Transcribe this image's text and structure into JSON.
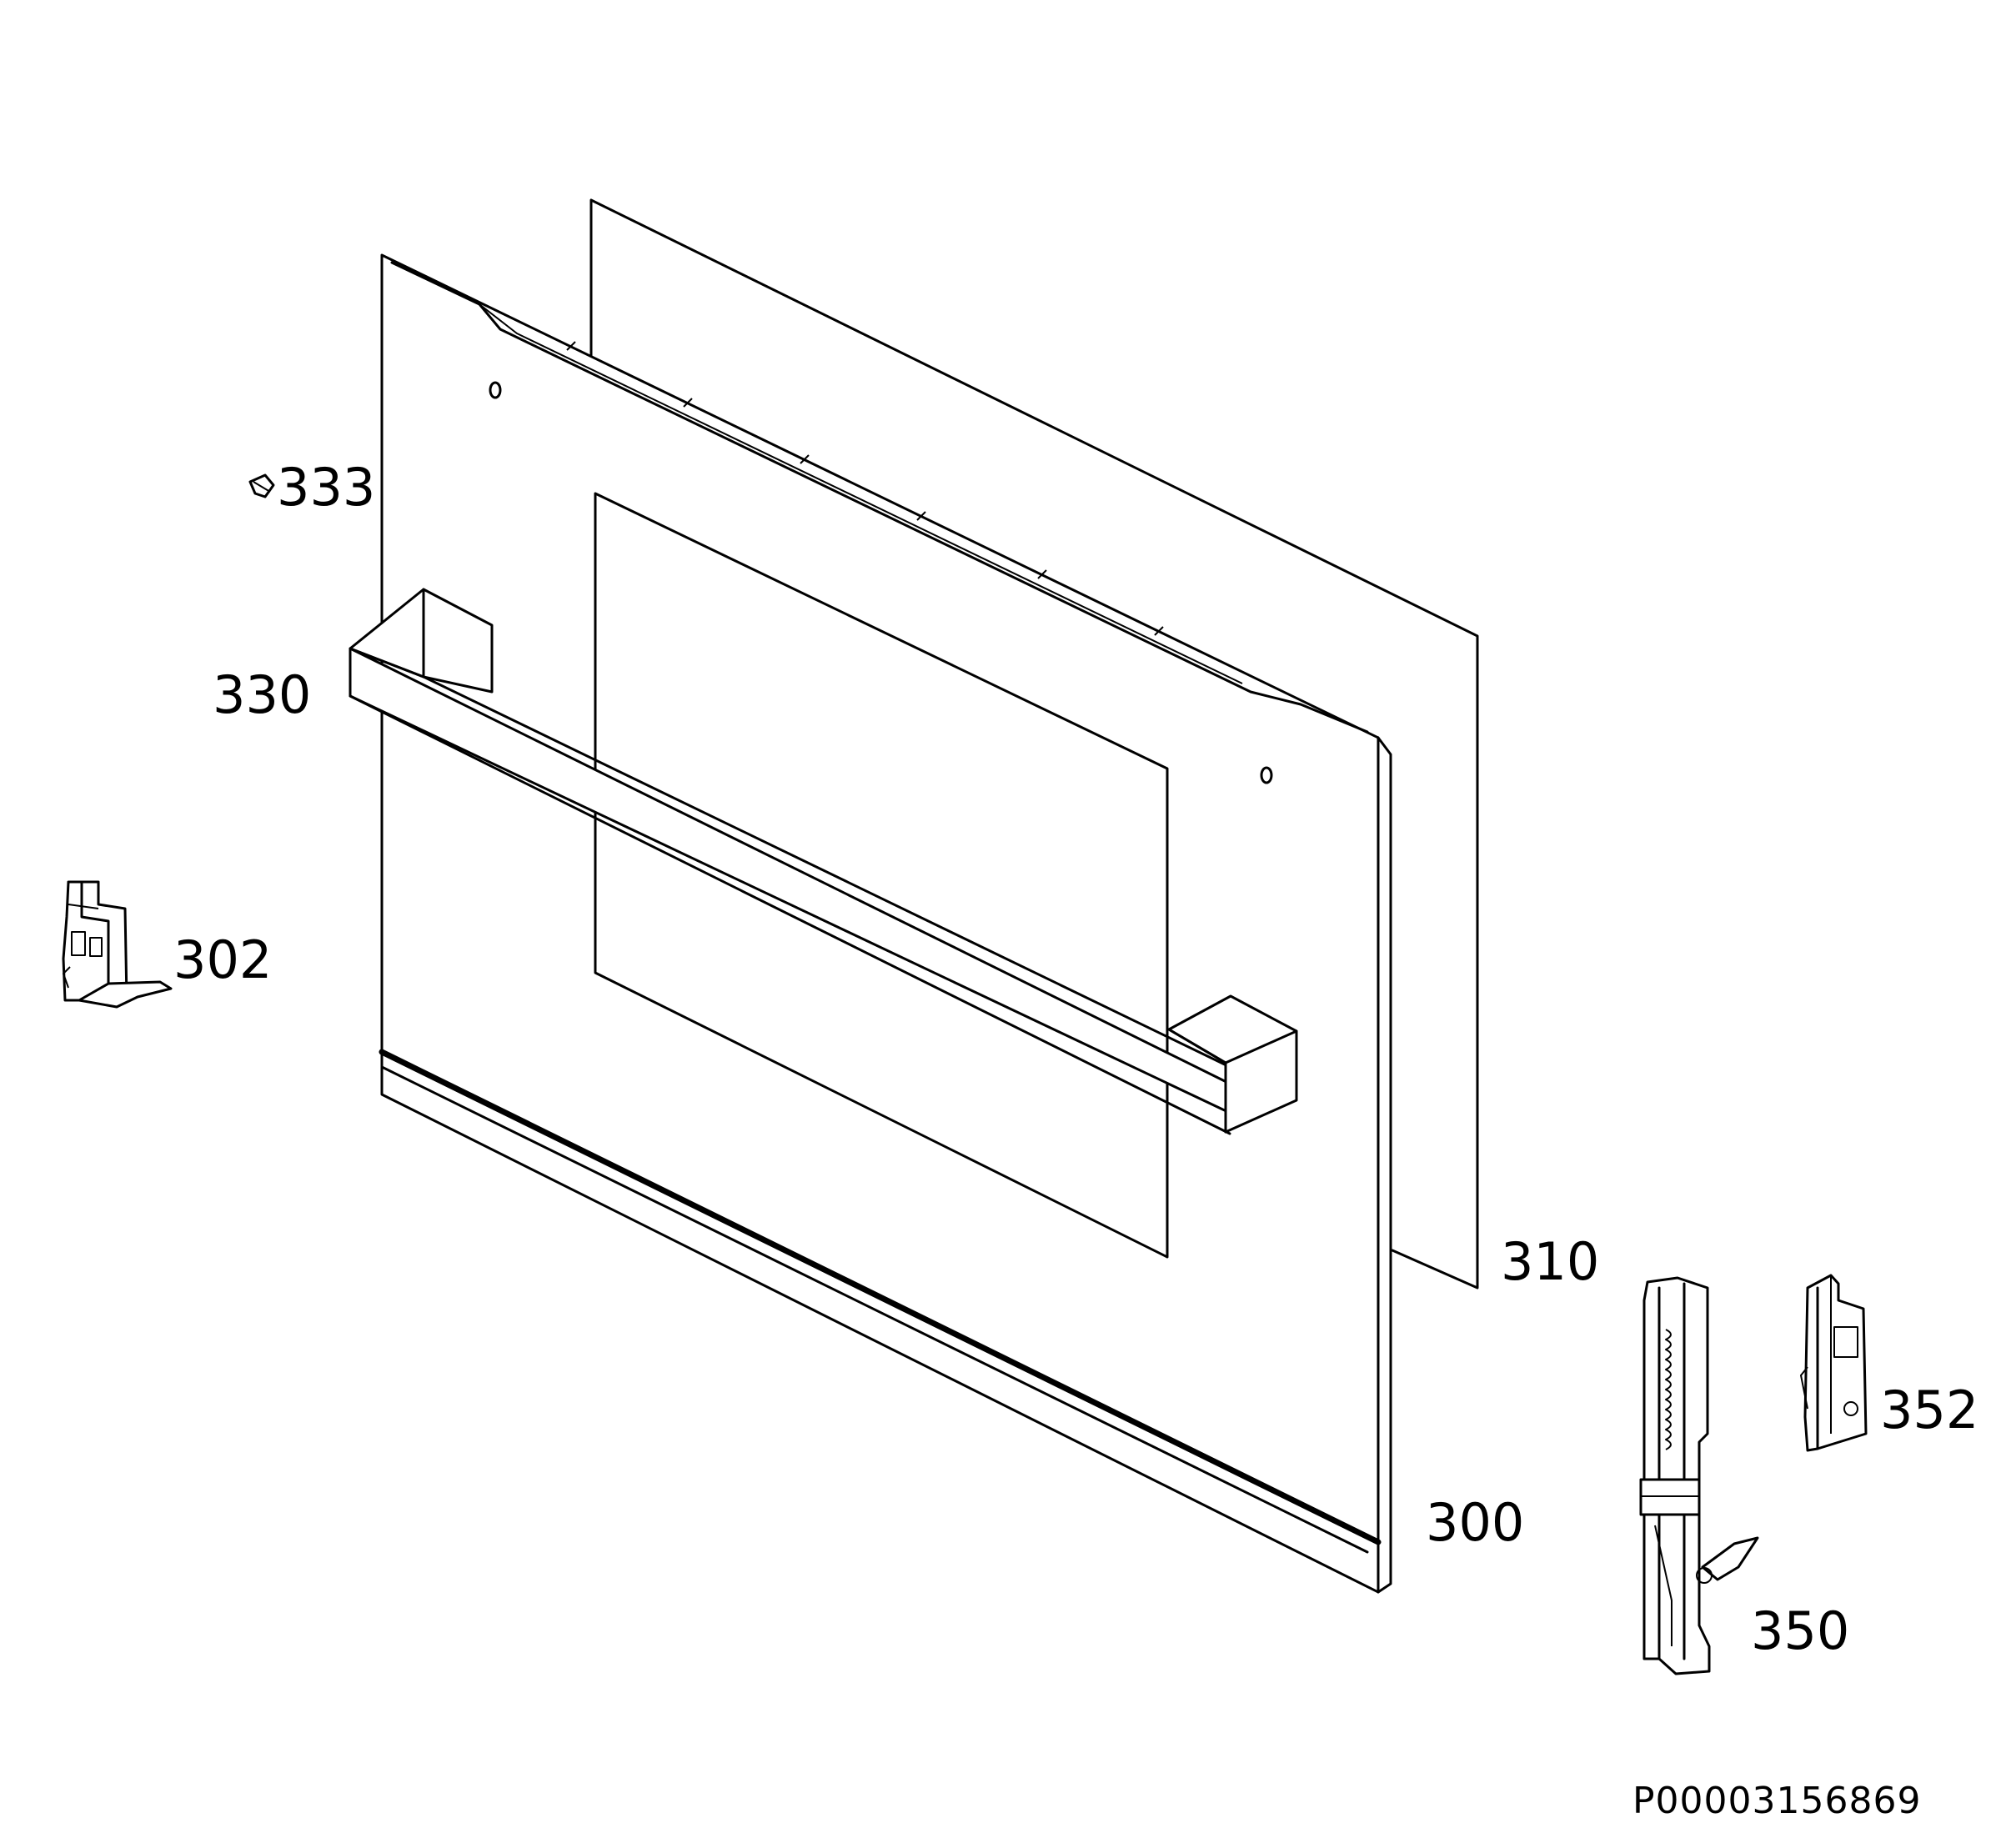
{
  "labels": {
    "p333": "333",
    "p330": "330",
    "p302": "302",
    "p310": "310",
    "p300": "300",
    "p350": "350",
    "p352": "352"
  },
  "document_code": "P00003156869"
}
